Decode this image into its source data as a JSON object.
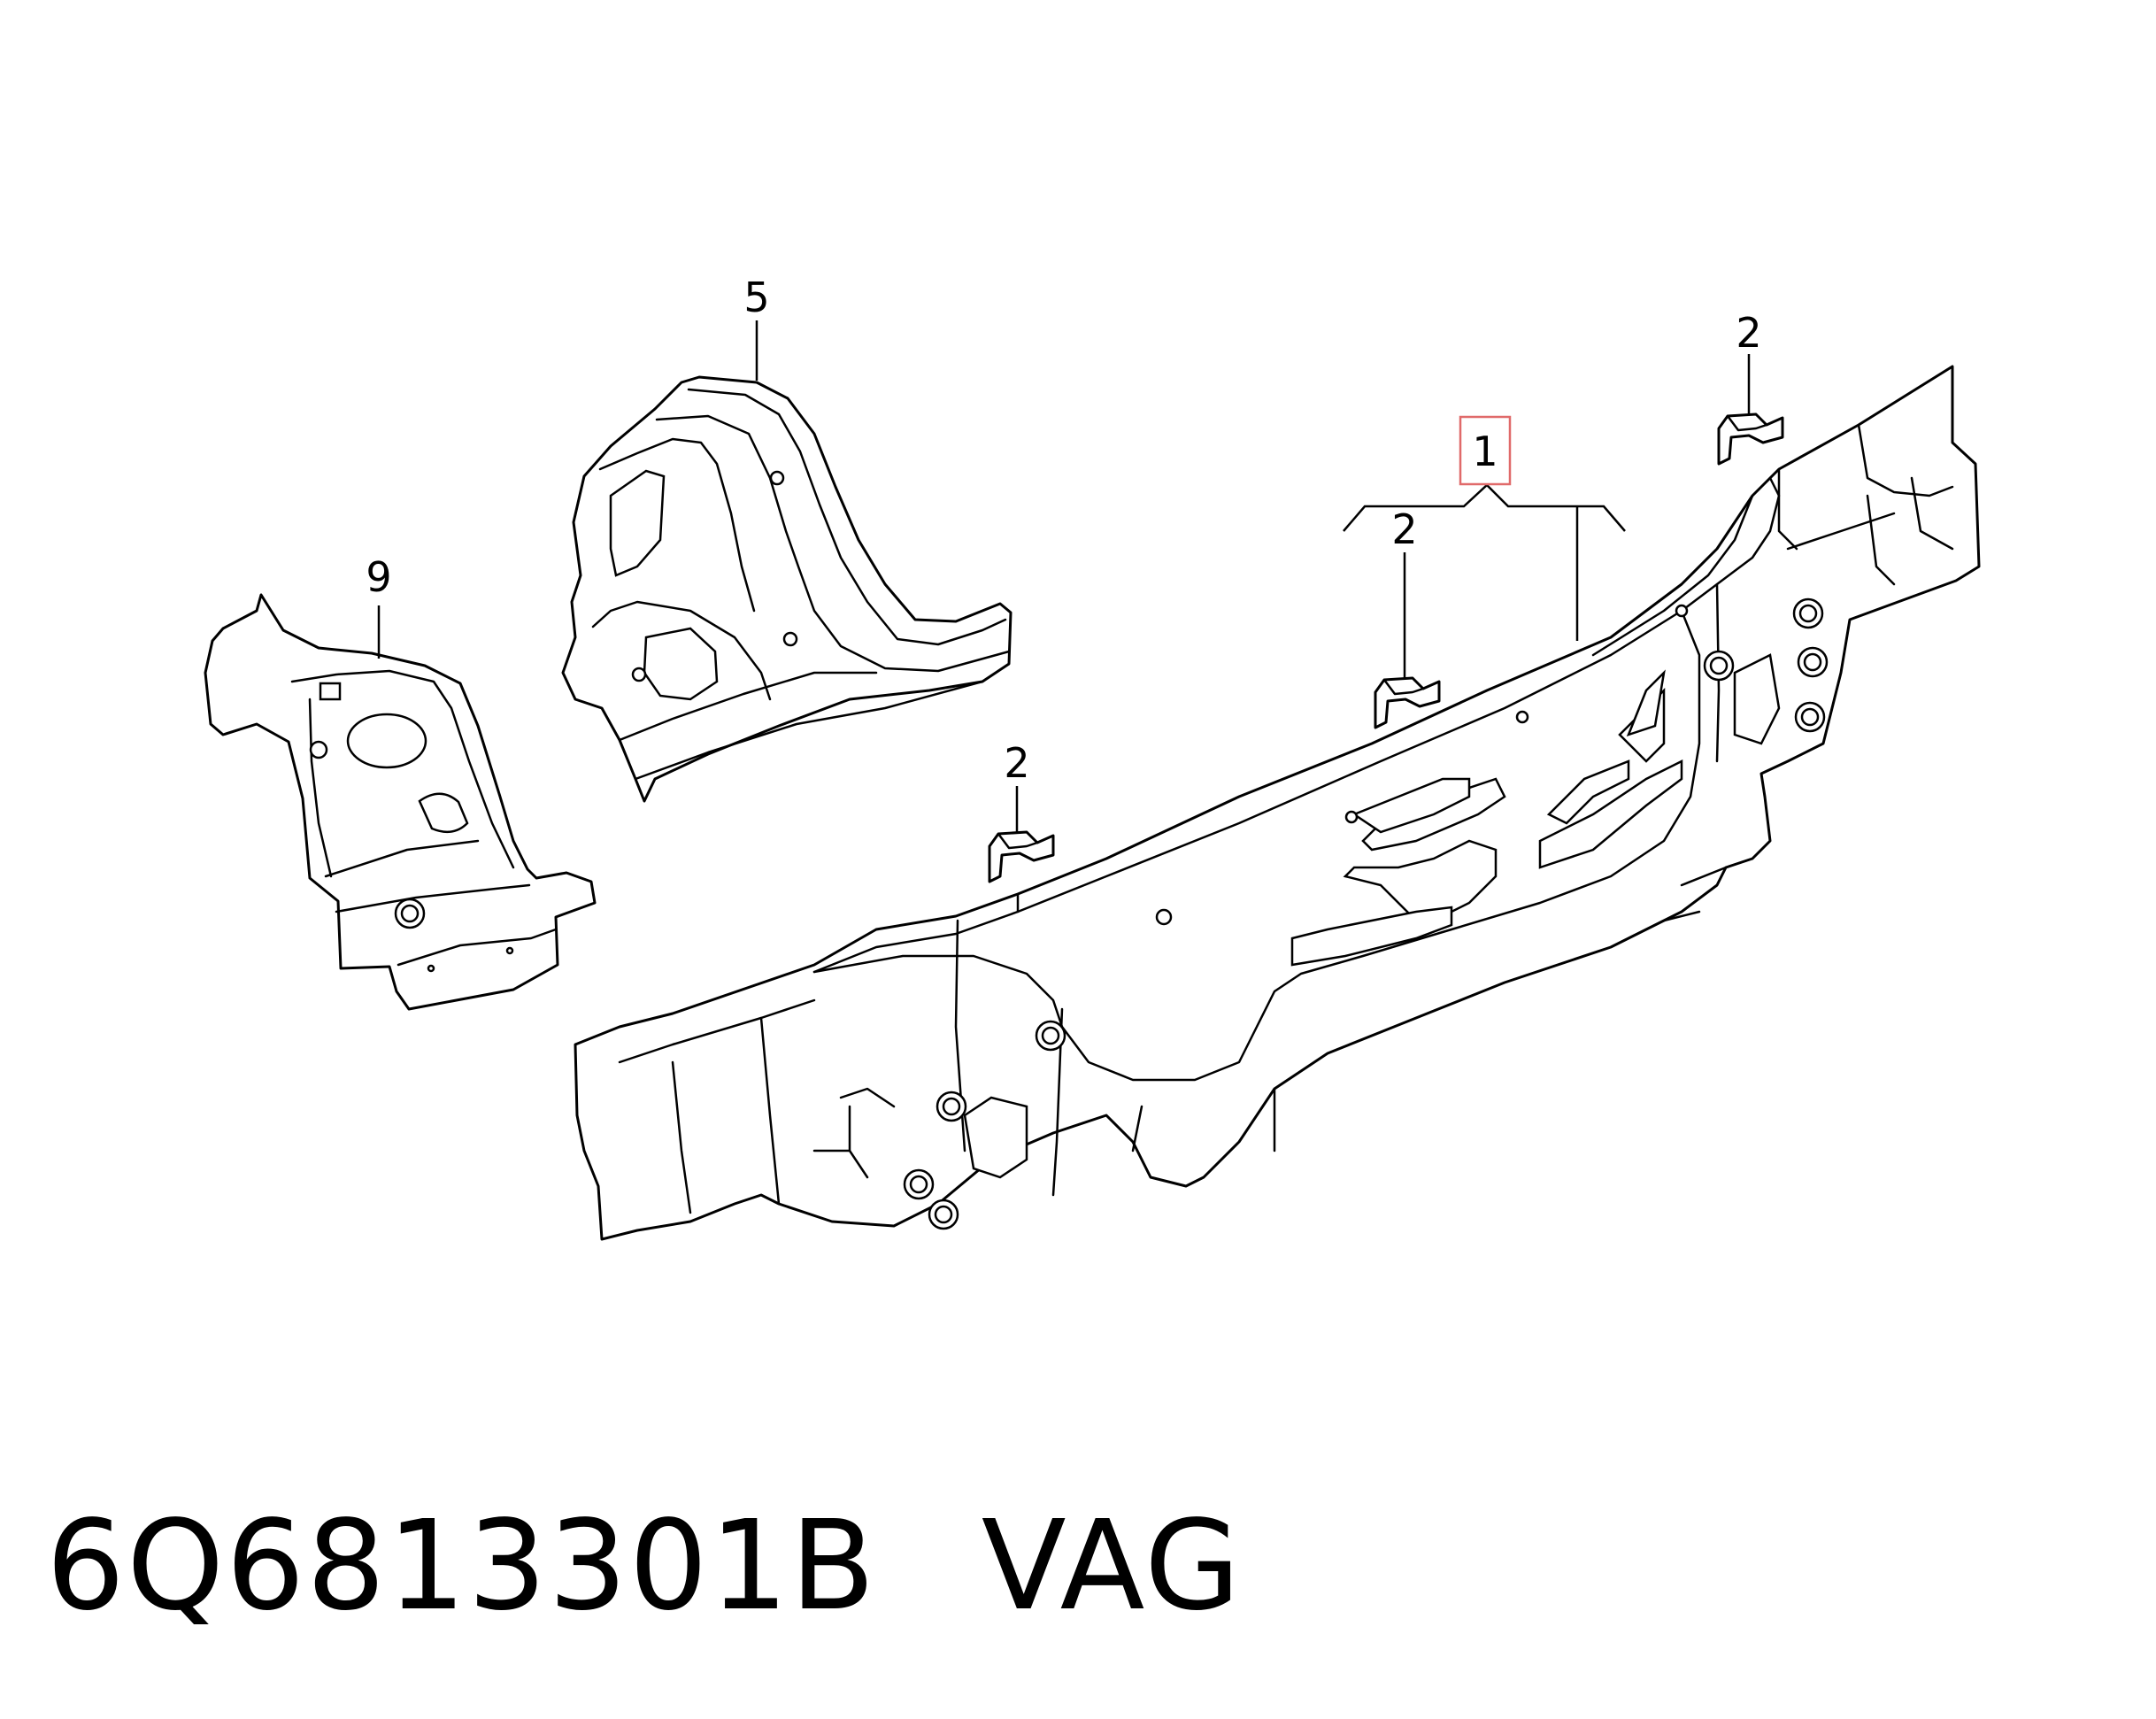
{
  "callouts": {
    "part_1": "1",
    "part_2": "2",
    "part_5": "5",
    "part_9": "9"
  },
  "caption": {
    "part_number": "6Q6813301B",
    "manufacturer": "VAG"
  },
  "colors": {
    "line": "#000000",
    "background": "#ffffff",
    "highlight": "#e06a6a"
  }
}
